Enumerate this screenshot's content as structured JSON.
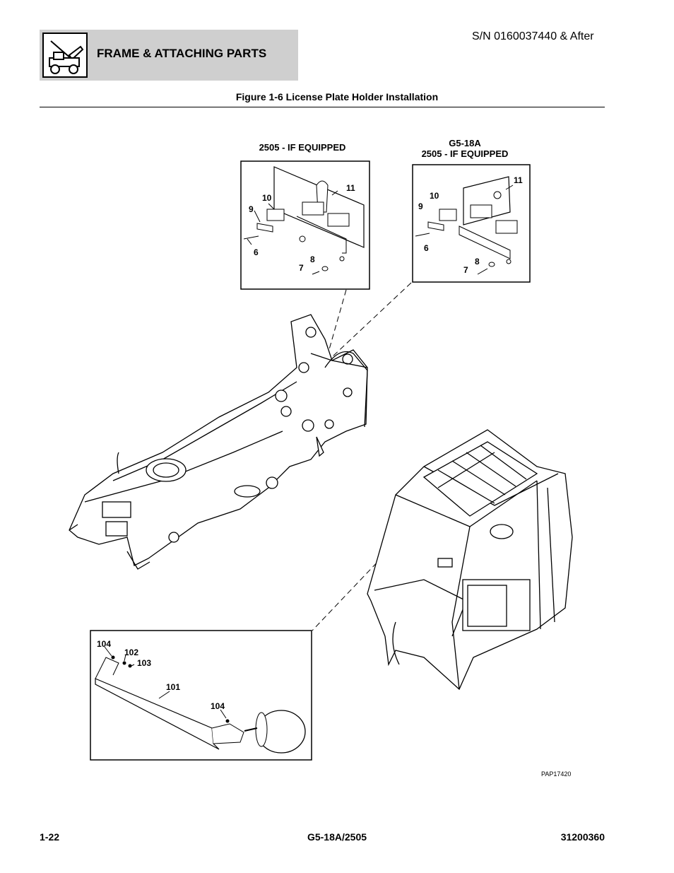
{
  "header": {
    "section_title": "FRAME & ATTACHING PARTS",
    "serial": "S/N 0160037440 & After"
  },
  "figure": {
    "title": "Figure 1-6 License Plate Holder Installation",
    "ref_code": "PAP17420",
    "inset_left": {
      "caption": "2505 - IF EQUIPPED",
      "callouts": [
        "11",
        "10",
        "9",
        "6",
        "8",
        "7"
      ]
    },
    "inset_right": {
      "caption_line1": "G5-18A",
      "caption_line2": "2505 - IF EQUIPPED",
      "callouts": [
        "11",
        "10",
        "9",
        "6",
        "8",
        "7"
      ]
    },
    "inset_bottom": {
      "callouts": [
        "104",
        "102",
        "103",
        "101",
        "104"
      ]
    }
  },
  "footer": {
    "page": "1-22",
    "model": "G5-18A/2505",
    "doc_number": "31200360"
  }
}
